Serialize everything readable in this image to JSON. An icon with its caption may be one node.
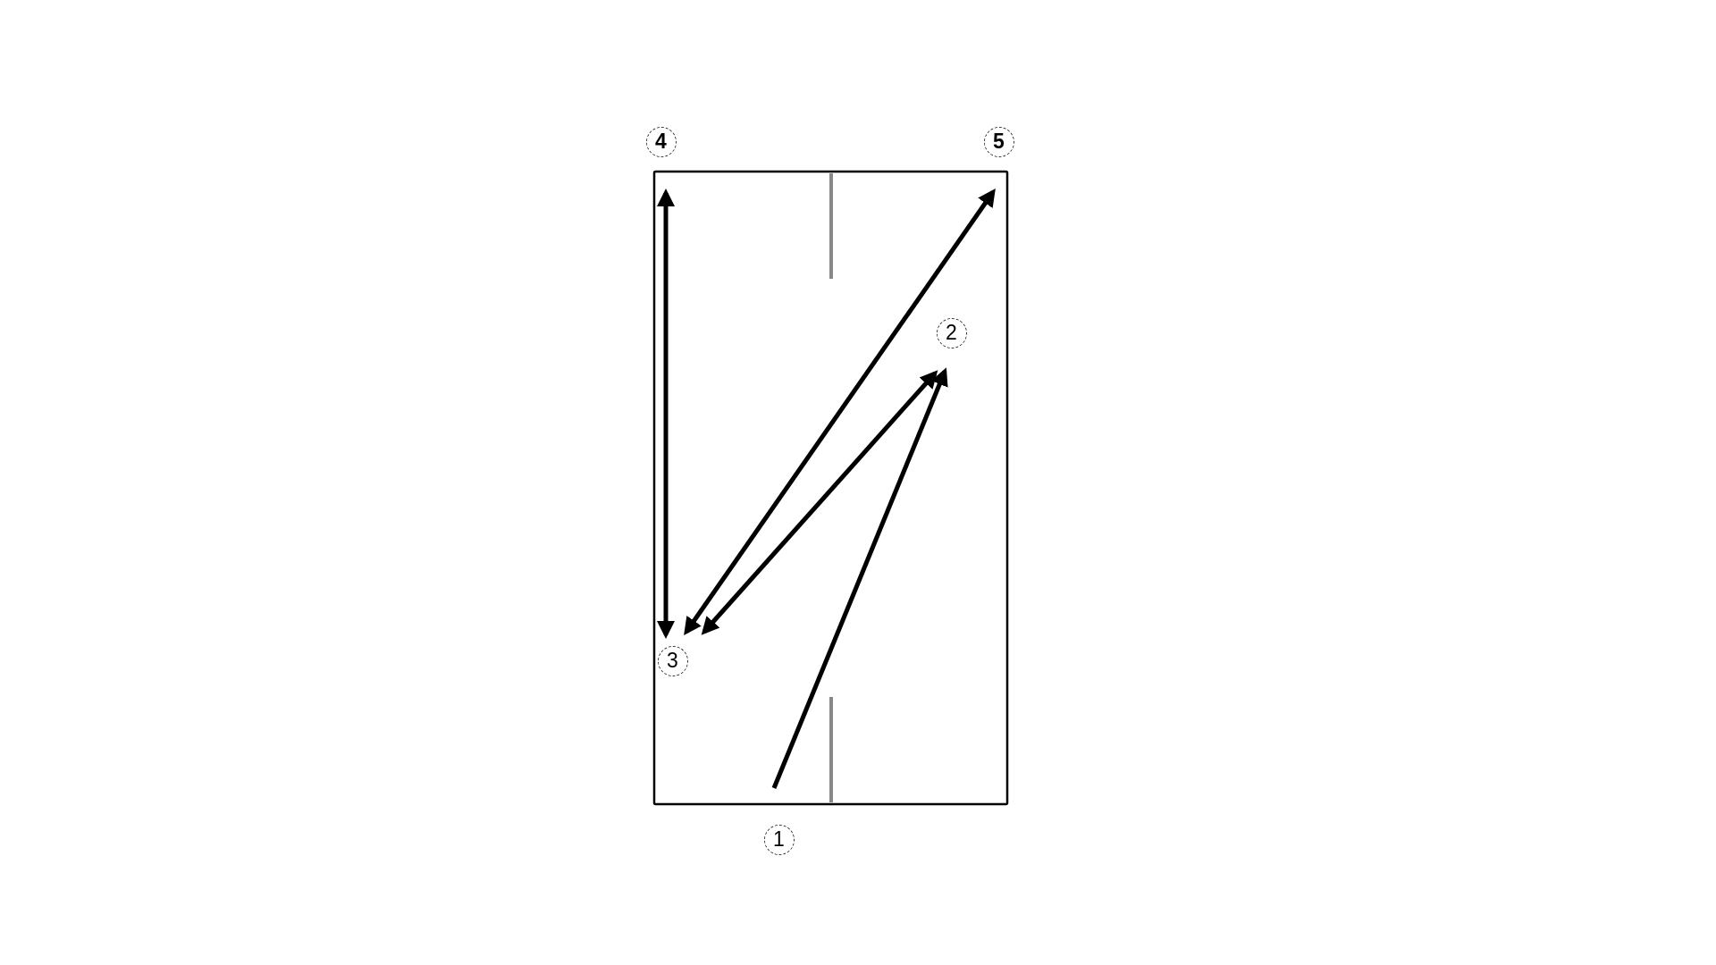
{
  "diagram": {
    "nodes": [
      {
        "text": [
          "4"
        ]
      },
      {
        "text": [
          "5"
        ]
      },
      {
        "text": [
          "2"
        ]
      },
      {
        "text": [
          "3"
        ]
      },
      {
        "text": [
          "1"
        ]
      }
    ],
    "edges": [
      {
        "from": 4,
        "to": 2,
        "arrow": "to"
      },
      {
        "from": 2,
        "to": 3,
        "arrow": "both"
      },
      {
        "from": 3,
        "to": 0,
        "arrow": "both"
      },
      {
        "from": 3,
        "to": 1,
        "arrow": "both"
      }
    ]
  }
}
